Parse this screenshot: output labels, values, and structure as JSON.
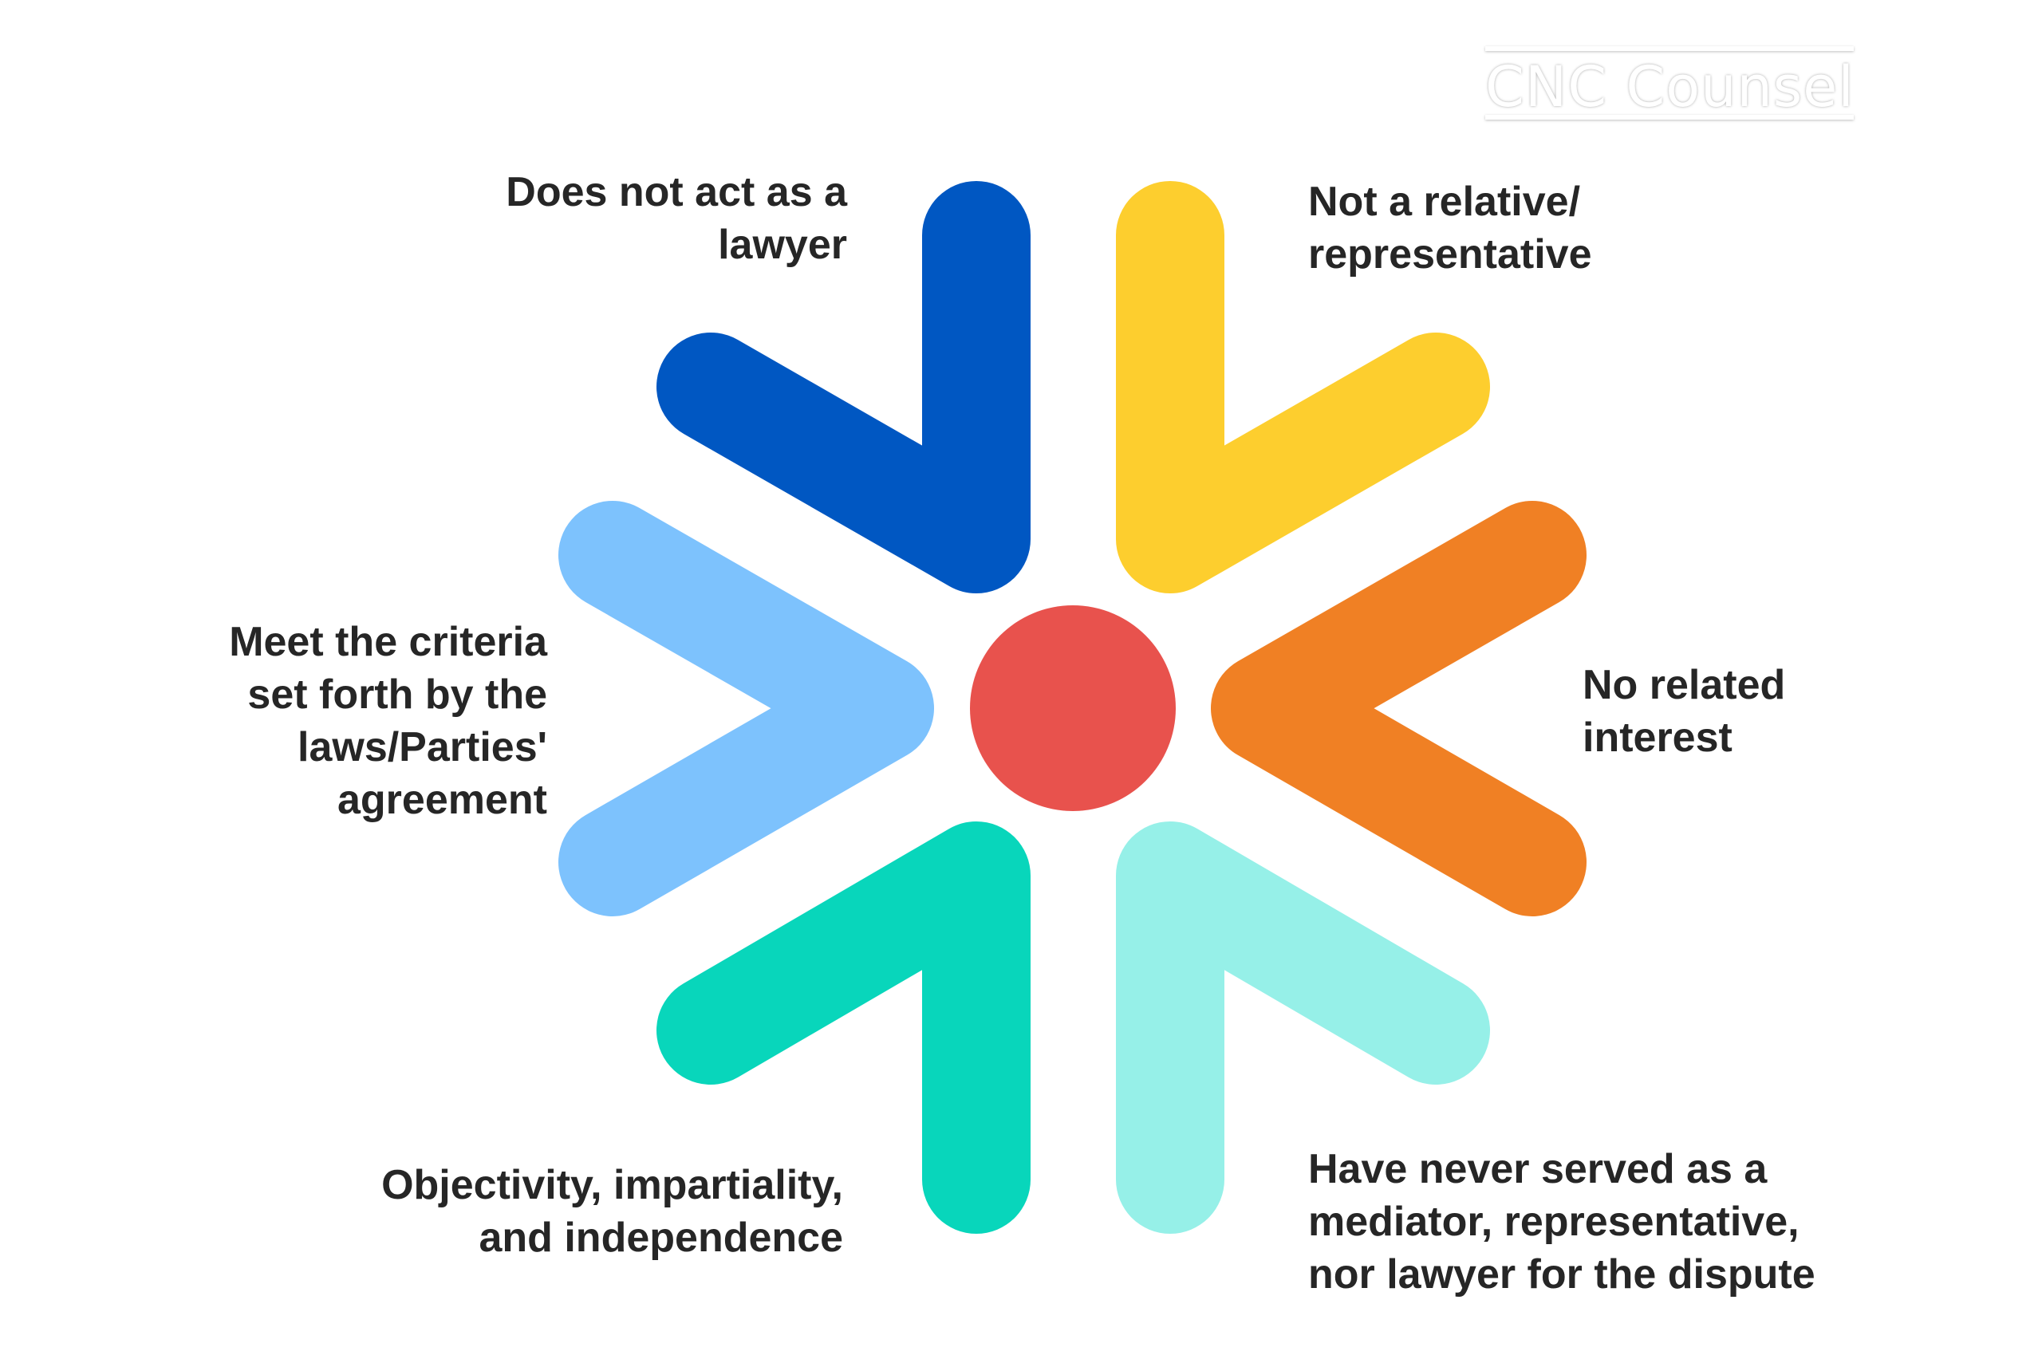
{
  "watermark": "CNC Counsel",
  "colors": {
    "blue": "#0057C2",
    "yellow": "#FDCE2E",
    "orange": "#F08024",
    "light_blue": "#7DC2FD",
    "teal": "#08D6BB",
    "light_cyan": "#96F0E8",
    "center": "#E8524D",
    "text": "#262626"
  },
  "labels": {
    "top_left": "Does not act as a\nlawyer",
    "top_right": "Not a relative/\nrepresentative",
    "right": "No related\ninterest",
    "left": "Meet the criteria\nset forth by the\nlaws/Parties'\nagreement",
    "bottom_left": "Objectivity, impartiality,\nand independence",
    "bottom_right": "Have never served as a\nmediator, representative,\nnor lawyer for the dispute"
  }
}
